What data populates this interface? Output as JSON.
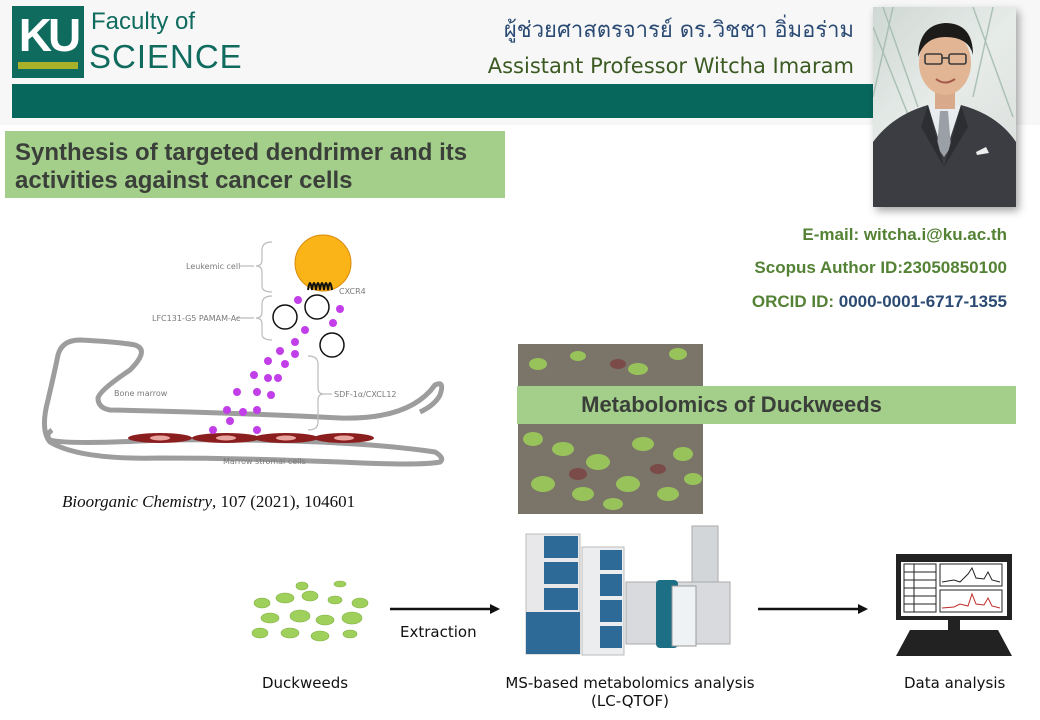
{
  "header": {
    "logo_mark": "KU",
    "logo_line1": "Faculty of",
    "logo_line2": "SCIENCE",
    "name_thai": "ผู้ช่วยศาสตรจารย์ ดร.วิชชา อิ่มอร่าม",
    "name_english": "Assistant Professor Witcha Imaram",
    "colors": {
      "teal": "#07675c",
      "logo_accent": "#a8b128"
    }
  },
  "profile_photo": {
    "alt": "Portrait photo of Assistant Professor Witcha Imaram"
  },
  "contact": {
    "email_label": "E-mail: witcha.i@ku.ac.th",
    "scopus_label": "Scopus Author ID:23050850100",
    "orcid_prefix": "ORCID ID: ",
    "orcid_value": "0000-0001-6717-1355"
  },
  "research1": {
    "title_line1": "Synthesis of targeted dendrimer and its",
    "title_line2": "activities against cancer cells",
    "diagram_labels": {
      "leukemic_cell": "Leukemic cell",
      "cxcr4": "CXCR4",
      "dendrimer": "LFC131-G5 PAMAM-Ac",
      "bone_marrow": "Bone marrow",
      "sdf": "SDF-1α/CXCL12",
      "stromal": "Marrow stromal cells"
    },
    "citation": {
      "journal": "Bioorganic  Chemistry",
      "details": ", 107  (2021), 104601"
    }
  },
  "research2": {
    "title": "Metabolomics of Duckweeds",
    "workflow": {
      "step1": "Duckweeds",
      "arrow1": "Extraction",
      "step2_line1": "MS-based metabolomics analysis",
      "step2_line2": "(LC-QTOF)",
      "step3": "Data analysis"
    }
  },
  "colors": {
    "title_green": "#a4cf8a",
    "contact_green": "#548235",
    "contact_blue": "#2c4b74"
  }
}
